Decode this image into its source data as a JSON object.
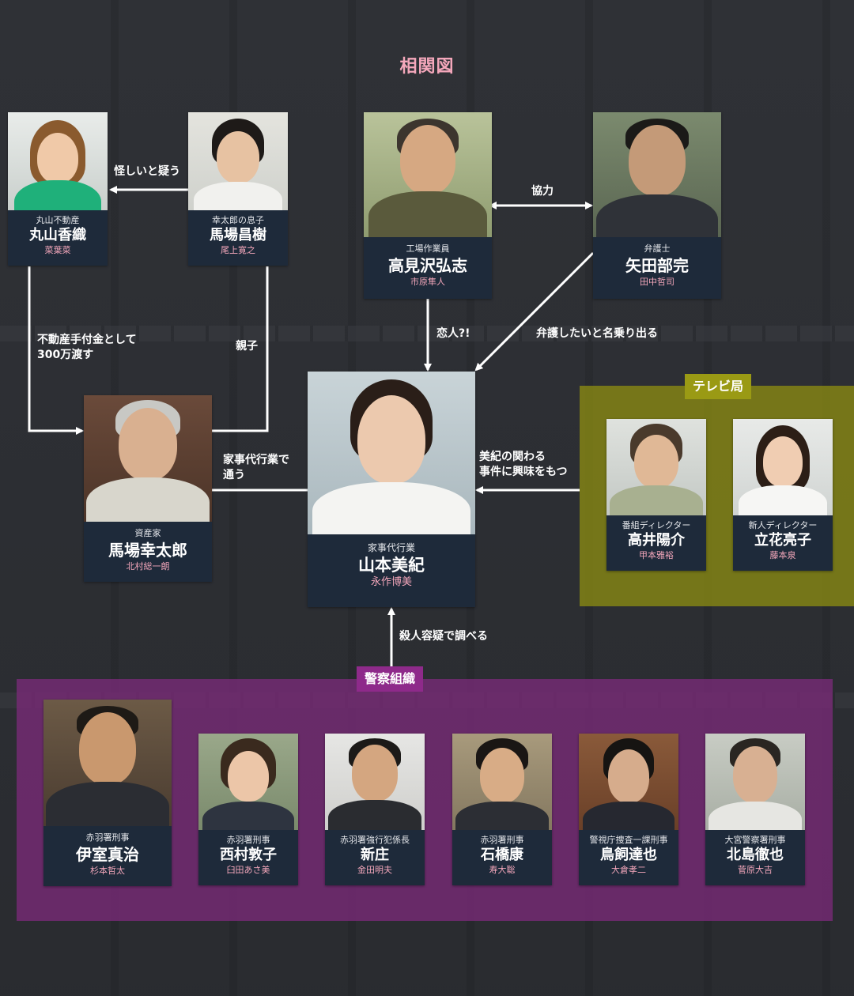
{
  "title": "相関図",
  "groups": {
    "tv": "テレビ局",
    "police": "警察組織"
  },
  "people": {
    "maruyama": {
      "role": "丸山不動産",
      "name": "丸山香織",
      "actor": "菜葉菜"
    },
    "masaki": {
      "role": "幸太郎の息子",
      "name": "馬場昌樹",
      "actor": "尾上寛之"
    },
    "takamizawa": {
      "role": "工場作業員",
      "name": "高見沢弘志",
      "actor": "市原隼人"
    },
    "yada": {
      "role": "弁護士",
      "name": "矢田部完",
      "actor": "田中哲司"
    },
    "kotaro": {
      "role": "資産家",
      "name": "馬場幸太郎",
      "actor": "北村総一朗"
    },
    "miki": {
      "role": "家事代行業",
      "name": "山本美紀",
      "actor": "永作博美"
    },
    "takai": {
      "role": "番組ディレクター",
      "name": "高井陽介",
      "actor": "甲本雅裕"
    },
    "tachibana": {
      "role": "新人ディレクター",
      "name": "立花亮子",
      "actor": "藤本泉"
    },
    "imuro": {
      "role": "赤羽署刑事",
      "name": "伊室真治",
      "actor": "杉本哲太"
    },
    "nishimura": {
      "role": "赤羽署刑事",
      "name": "西村敦子",
      "actor": "臼田あさ美"
    },
    "shinjo": {
      "role": "赤羽署強行犯係長",
      "name": "新庄",
      "actor": "金田明夫"
    },
    "ishibashi": {
      "role": "赤羽署刑事",
      "name": "石橋康",
      "actor": "寿大聡"
    },
    "ukai": {
      "role": "警視庁捜査一課刑事",
      "name": "鳥飼達也",
      "actor": "大倉孝二"
    },
    "kitajima": {
      "role": "大宮警察署刑事",
      "name": "北島徹也",
      "actor": "菅原大吉"
    }
  },
  "relations": {
    "suspect": "怪しいと疑う",
    "cooperate": "協力",
    "payment": "不動産手付金として\n300万渡す",
    "parent": "親子",
    "lover": "恋人?!",
    "lawyer": "弁護したいと名乗り出る",
    "housework": "家事代行業で\n通う",
    "interest": "美紀の関わる\n事件に興味をもつ",
    "murder": "殺人容疑で調べる"
  },
  "colors": {
    "title": "#f4a7bb",
    "actor": "#f4a7bb",
    "card": "#1e2a3a",
    "tv_group": "#8a8a12",
    "tv_label": "#9a9a14",
    "police_group": "#7a2a78",
    "police_label": "#8e2a8a",
    "arrow": "#ffffff"
  }
}
